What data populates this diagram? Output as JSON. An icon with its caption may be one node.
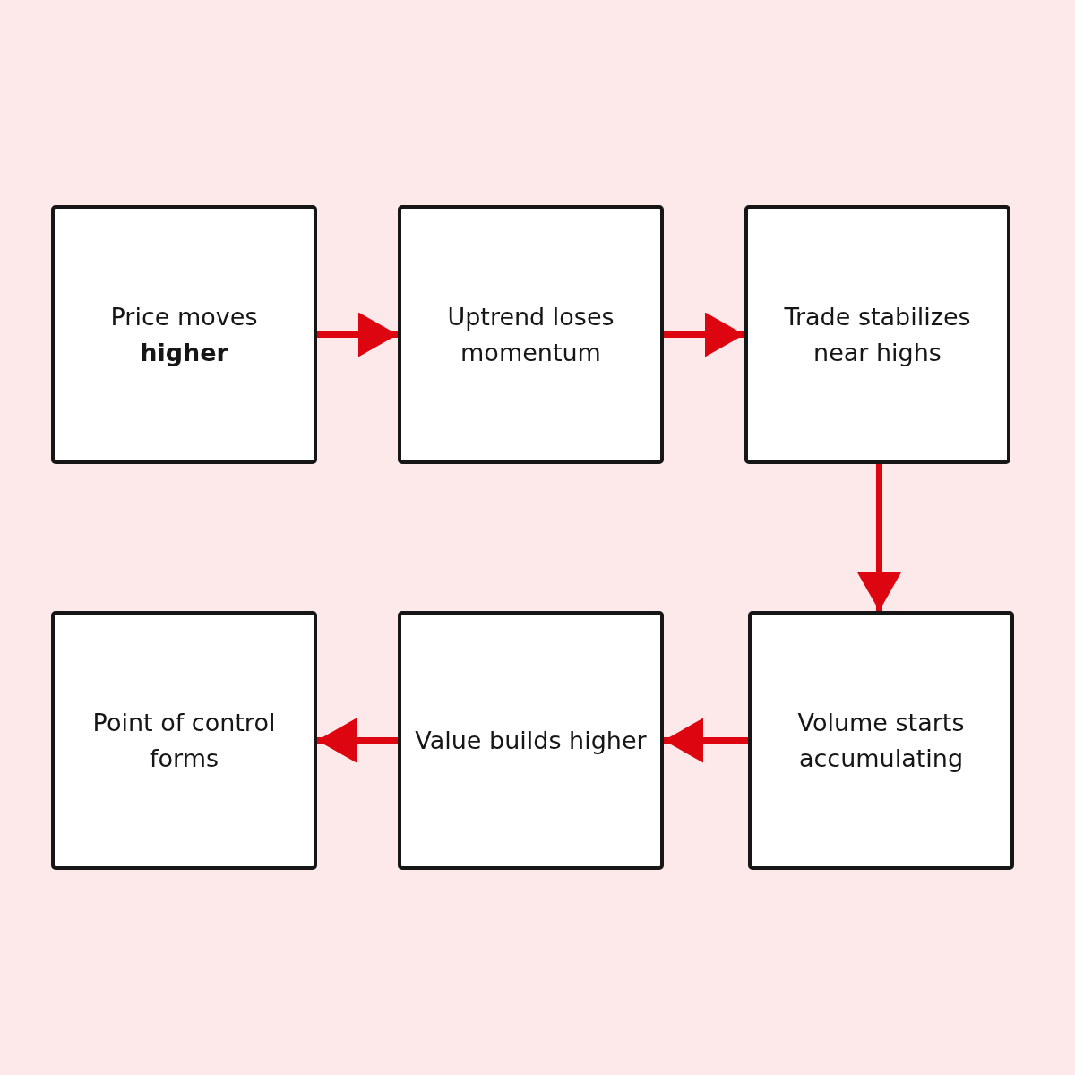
{
  "diagram": {
    "nodes": [
      {
        "text": [
          "Price moves **higher**"
        ]
      },
      {
        "text": [
          "Uptrend loses momentum"
        ]
      },
      {
        "text": [
          "Trade stabilizes near highs"
        ]
      },
      {
        "text": [
          "Volume starts accumulating"
        ]
      },
      {
        "text": [
          "Value builds higher"
        ]
      },
      {
        "text": [
          "Point of control forms"
        ]
      }
    ],
    "edges": [
      {
        "from": 0,
        "to": 1,
        "arrow": "to"
      },
      {
        "from": 1,
        "to": 2,
        "arrow": "to"
      },
      {
        "from": 2,
        "to": 3,
        "arrow": "to"
      },
      {
        "from": 3,
        "to": 4,
        "arrow": "to"
      },
      {
        "from": 4,
        "to": 5,
        "arrow": "to"
      }
    ]
  }
}
